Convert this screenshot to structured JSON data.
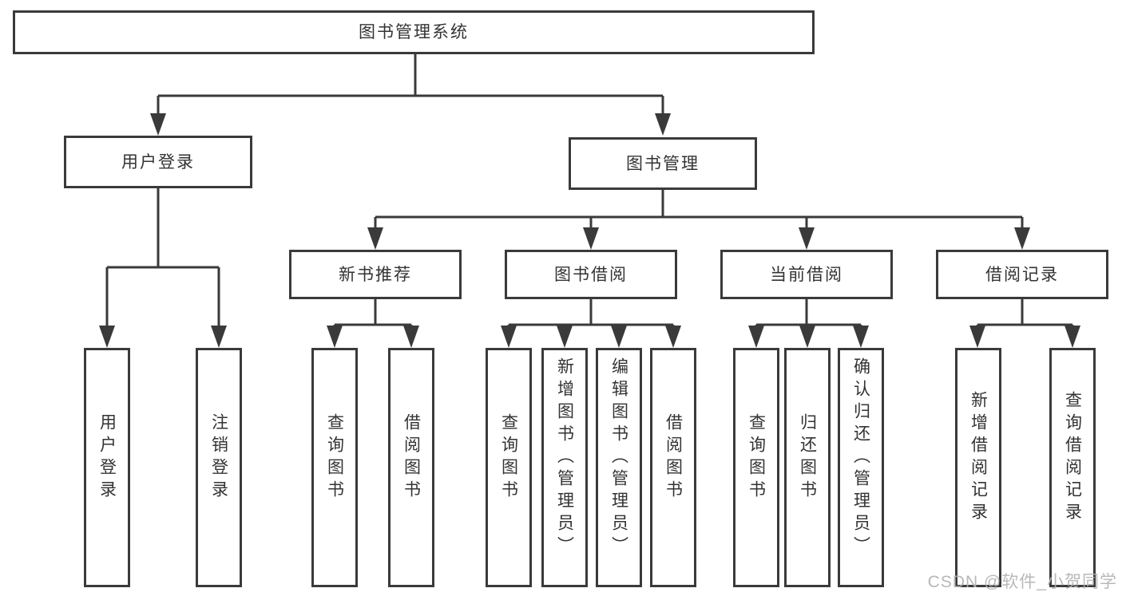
{
  "diagram": {
    "root": "图书管理系统",
    "user_branch": {
      "label": "用户登录",
      "children": [
        "用户登录",
        "注销登录"
      ]
    },
    "mgmt_branch": {
      "label": "图书管理",
      "groups": [
        {
          "label": "新书推荐",
          "children": [
            "查询图书",
            "借阅图书"
          ]
        },
        {
          "label": "图书借阅",
          "children": [
            "查询图书",
            "新增图书（管理员）",
            "编辑图书（管理员）",
            "借阅图书"
          ]
        },
        {
          "label": "当前借阅",
          "children": [
            "查询图书",
            "归还图书",
            "确认归还（管理员）"
          ]
        },
        {
          "label": "借阅记录",
          "children": [
            "新增借阅记录",
            "查询借阅记录"
          ]
        }
      ]
    }
  },
  "watermark": "CSDN @软件_小贺同学",
  "colors": {
    "line": "#3a3a3a",
    "box_border": "#3a3a3a",
    "box_background": "#ffffff",
    "text": "#333333",
    "watermark": "#b2b2b2"
  }
}
